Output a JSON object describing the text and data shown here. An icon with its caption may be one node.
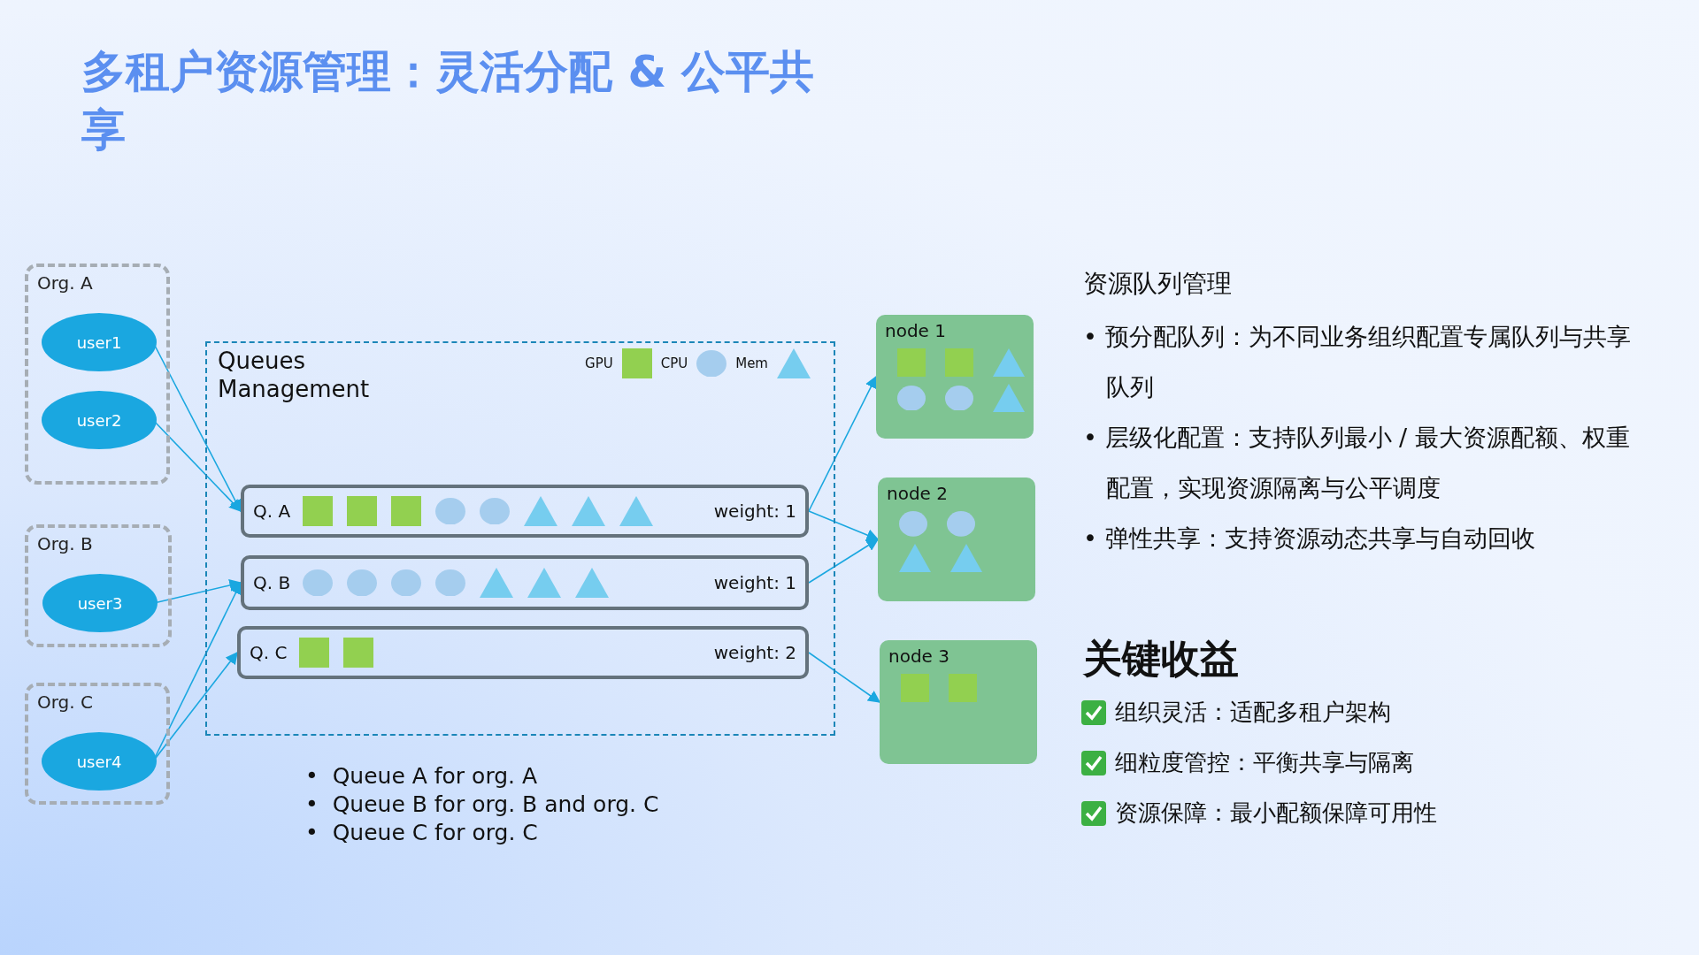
{
  "diagram": {
    "title": "多租户资源管理：灵活分配 & 公平共享",
    "nodes": [
      {
        "text": [
          "Org. A"
        ]
      },
      {
        "text": [
          "user1"
        ],
        "in": 0
      },
      {
        "text": [
          "user2"
        ],
        "in": 0
      },
      {
        "text": [
          "Org. B"
        ]
      },
      {
        "text": [
          "user3"
        ],
        "in": 3
      },
      {
        "text": [
          "Org. C"
        ]
      },
      {
        "text": [
          "user4"
        ],
        "in": 5
      },
      {
        "text": [
          "Queues Management"
        ]
      },
      {
        "text": [
          "Q. A",
          "weight: 1"
        ],
        "in": 7
      },
      {
        "text": [
          "Q. B",
          "weight: 1"
        ],
        "in": 7
      },
      {
        "text": [
          "Q. C",
          "weight: 2"
        ],
        "in": 7
      },
      {
        "text": [
          "node 1"
        ]
      },
      {
        "text": [
          "node 2"
        ]
      },
      {
        "text": [
          "node 3"
        ]
      }
    ],
    "edges": [
      {
        "from": 1,
        "to": 8,
        "arrow": "to"
      },
      {
        "from": 2,
        "to": 8,
        "arrow": "to"
      },
      {
        "from": 4,
        "to": 9,
        "arrow": "to"
      },
      {
        "from": 6,
        "to": 9,
        "arrow": "to"
      },
      {
        "from": 6,
        "to": 10,
        "arrow": "to"
      },
      {
        "from": 8,
        "to": 11,
        "arrow": "to"
      },
      {
        "from": 8,
        "to": 12,
        "arrow": "to"
      },
      {
        "from": 9,
        "to": 12,
        "arrow": "to"
      },
      {
        "from": 10,
        "to": 13,
        "arrow": "to"
      }
    ],
    "labels": [
      "•  Queue A for org. A",
      "•  Queue B for org. B and org. C",
      "•  Queue C for org. C",
      "资源队列管理",
      "• 预分配队列：为不同业务组织配置专属队列与共享队列",
      "• 层级化配置：支持队列最小 / 最大资源配额、权重配置，实现资源隔离与公平调度",
      "• 弹性共享：支持资源动态共享与自动回收",
      "关键收益",
      "组织灵活：适配多租户架构",
      "细粒度管控：平衡共享与隔离",
      "资源保障：最小配额保障可用性"
    ],
    "legend": [
      {
        "text": "GPU",
        "color": "#92d050"
      },
      {
        "text": "CPU"
      },
      {
        "text": "Mem"
      }
    ]
  }
}
